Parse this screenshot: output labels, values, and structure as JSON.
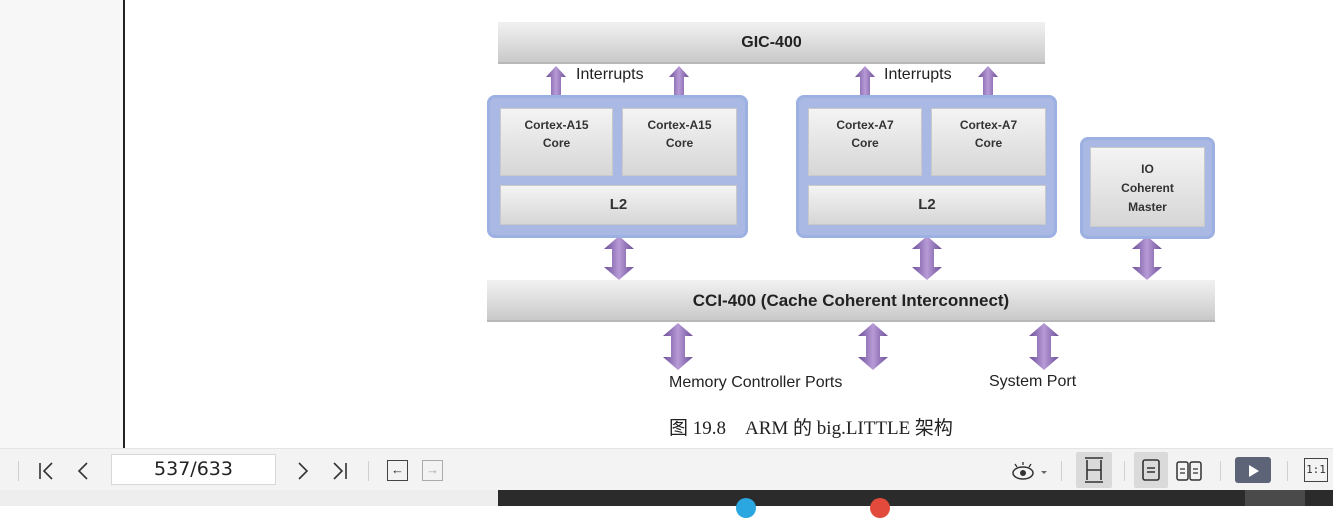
{
  "diagram": {
    "gic_label": "GIC-400",
    "interrupts_left": "Interrupts",
    "interrupts_right": "Interrupts",
    "cluster_a15": {
      "core1": [
        "Cortex-A15",
        "Core"
      ],
      "core2": [
        "Cortex-A15",
        "Core"
      ],
      "l2": "L2"
    },
    "cluster_a7": {
      "core1": [
        "Cortex-A7",
        "Core"
      ],
      "core2": [
        "Cortex-A7",
        "Core"
      ],
      "l2": "L2"
    },
    "io_master": [
      "IO",
      "Coherent",
      "Master"
    ],
    "cci_label": "CCI-400 (Cache Coherent Interconnect)",
    "memory_ports_label": "Memory Controller Ports",
    "system_port_label": "System Port",
    "caption": "图 19.8　ARM 的 big.LITTLE 架构"
  },
  "toolbar": {
    "first_page": "|<",
    "prev_page": "<",
    "page_indicator": "537/633",
    "next_page": ">",
    "last_page": ">|",
    "back": "←",
    "forward": "→",
    "fit_1to1": "1:1",
    "icons": [
      "first-page-icon",
      "prev-page-icon",
      "next-page-icon",
      "last-page-icon",
      "back-icon",
      "forward-icon",
      "eye-icon",
      "fit-height-icon",
      "single-page-icon",
      "two-page-icon",
      "play-icon",
      "actual-size-icon"
    ]
  },
  "colors": {
    "cluster_blue": "#a9b9e4",
    "arrow_purple": "#8e6bb3",
    "play_bg": "#5e6478"
  }
}
